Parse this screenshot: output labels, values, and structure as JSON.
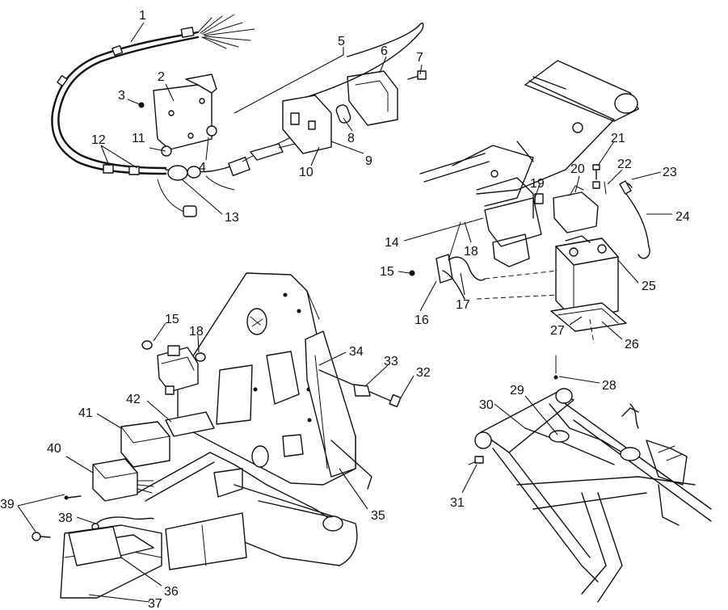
{
  "callouts": [
    {
      "label": "1"
    },
    {
      "label": "2"
    },
    {
      "label": "3"
    },
    {
      "label": "4"
    },
    {
      "label": "5"
    },
    {
      "label": "6"
    },
    {
      "label": "7"
    },
    {
      "label": "8"
    },
    {
      "label": "9"
    },
    {
      "label": "10"
    },
    {
      "label": "11"
    },
    {
      "label": "12"
    },
    {
      "label": "13"
    },
    {
      "label": "14"
    },
    {
      "label": "15"
    },
    {
      "label": "16"
    },
    {
      "label": "17"
    },
    {
      "label": "18"
    },
    {
      "label": "19"
    },
    {
      "label": "20"
    },
    {
      "label": "21"
    },
    {
      "label": "22"
    },
    {
      "label": "23"
    },
    {
      "label": "24"
    },
    {
      "label": "25"
    },
    {
      "label": "26"
    },
    {
      "label": "27"
    },
    {
      "label": "28"
    },
    {
      "label": "29"
    },
    {
      "label": "30"
    },
    {
      "label": "31"
    },
    {
      "label": "32"
    },
    {
      "label": "33"
    },
    {
      "label": "34"
    },
    {
      "label": "35"
    },
    {
      "label": "36"
    },
    {
      "label": "37"
    },
    {
      "label": "38"
    },
    {
      "label": "39"
    },
    {
      "label": "40"
    },
    {
      "label": "41"
    },
    {
      "label": "42"
    },
    {
      "label": "15"
    },
    {
      "label": "18"
    }
  ]
}
